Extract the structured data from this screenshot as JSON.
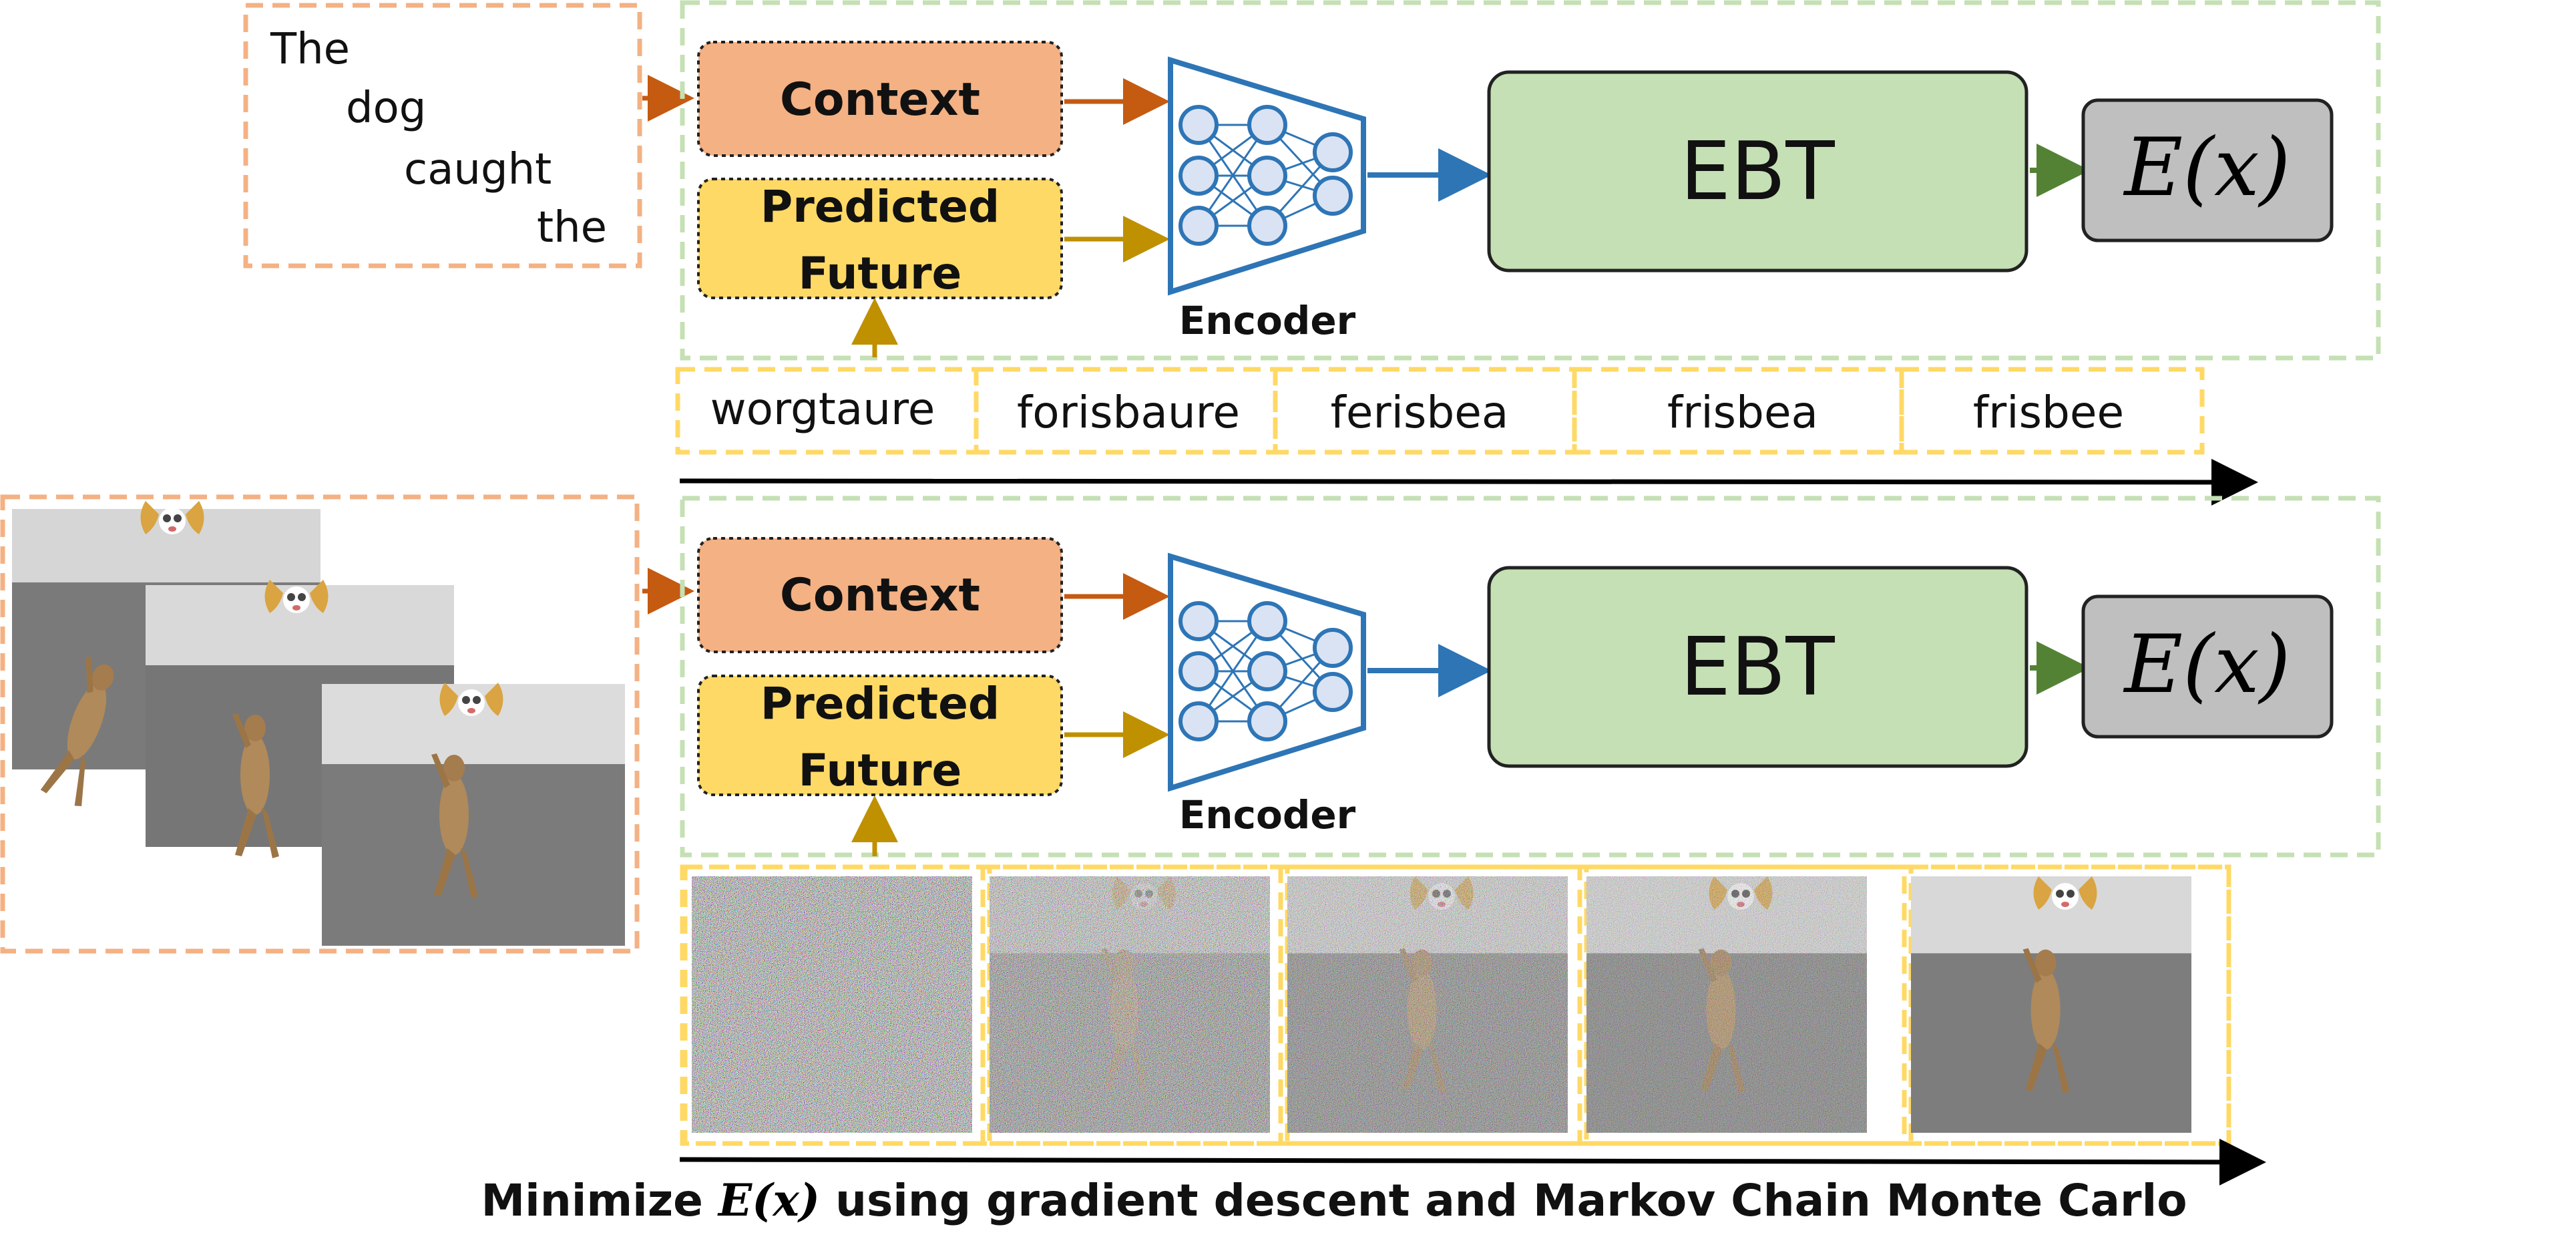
{
  "context_sentence": [
    "The",
    "dog",
    "caught",
    "the"
  ],
  "blocks": [
    {
      "context_label": "Context",
      "predicted_label_line1": "Predicted",
      "predicted_label_line2": "Future",
      "encoder_label": "Encoder",
      "model_label": "EBT",
      "energy_label": "E(x)"
    },
    {
      "context_label": "Context",
      "predicted_label_line1": "Predicted",
      "predicted_label_line2": "Future",
      "encoder_label": "Encoder",
      "model_label": "EBT",
      "energy_label": "E(x)"
    }
  ],
  "text_candidates": [
    "worgtaure",
    "forisbaure",
    "ferisbea",
    "frisbea",
    "frisbee"
  ],
  "video_frame_noise_levels": [
    1.0,
    0.75,
    0.55,
    0.4,
    0.0
  ],
  "caption": {
    "prefix": "Minimize ",
    "math": "E(x)",
    "suffix": " using gradient descent and Markov Chain Monte Carlo"
  },
  "colors": {
    "context_fill": "#f4b183",
    "predicted_fill": "#ffd966",
    "ebt_fill": "#c5e0b4",
    "energy_fill": "#bfbfbf",
    "orange_border": "#f4b183",
    "yellow_border": "#ffd966",
    "green_border": "#c5e0b4",
    "context_arrow": "#c55a11",
    "predicted_arrow": "#bf9000",
    "encoder_blue": "#2e75b6",
    "ebt_arrow": "#548235"
  }
}
